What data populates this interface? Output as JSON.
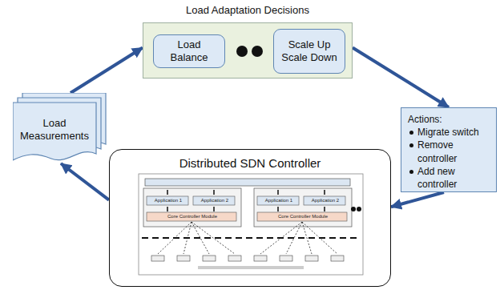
{
  "diagram": {
    "nodes": [
      {
        "text": [
          "Load Adaptation Decisions"
        ]
      },
      {
        "text": [
          "Load Balance"
        ],
        "in": 0
      },
      {
        "text": [
          "Scale Up Scale Down"
        ],
        "in": 0
      },
      {
        "text": [
          "Actions:",
          "Migrate switch",
          "Remove controller",
          "Add new controller"
        ]
      },
      {
        "text": [
          "Distributed SDN Controller"
        ]
      },
      {
        "text": [
          "Load Measurements"
        ]
      }
    ],
    "edges": [
      {
        "from": 5,
        "to": 0,
        "arrow": "to"
      },
      {
        "from": 0,
        "to": 3,
        "arrow": "to"
      },
      {
        "from": 3,
        "to": 4,
        "arrow": "to"
      },
      {
        "from": 4,
        "to": 5,
        "arrow": "to"
      }
    ],
    "labels": [
      "Application 1",
      "Application 2",
      "Application 1",
      "Application 2",
      "Core Controller Module",
      "Core Controller Module"
    ]
  }
}
